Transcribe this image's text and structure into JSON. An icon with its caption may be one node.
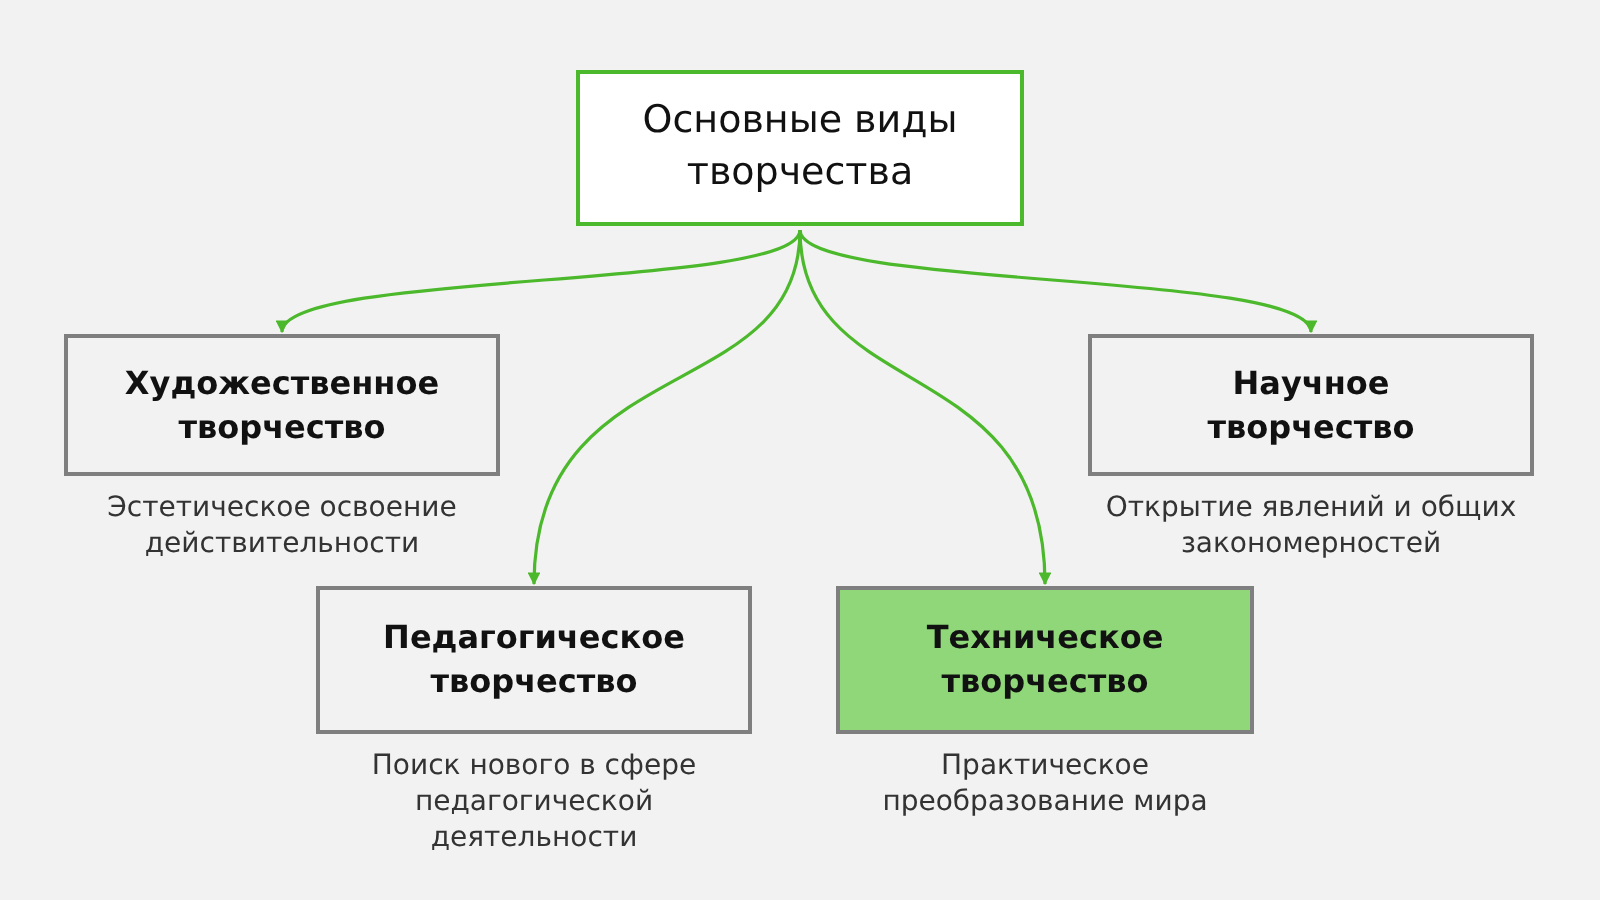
{
  "diagram": {
    "nodes": [
      {
        "text": [
          "Основные виды творчества"
        ]
      },
      {
        "text": [
          "Художественное творчество"
        ],
        "beside": [
          "Эстетическое освоение действительности"
        ]
      },
      {
        "text": [
          "Научное творчество"
        ],
        "beside": [
          "Открытие явлений и общих закономерностей"
        ]
      },
      {
        "text": [
          "Педагогическое творчество"
        ],
        "beside": [
          "Поиск нового в сфере педагогической деятельности"
        ]
      },
      {
        "text": [
          "Техническое творчество"
        ],
        "beside": [
          "Практическое преобразование мира"
        ]
      }
    ],
    "edges": [
      {
        "from": 0,
        "to": 1,
        "arrow": "to"
      },
      {
        "from": 0,
        "to": 3,
        "arrow": "to"
      },
      {
        "from": 0,
        "to": 4,
        "arrow": "to"
      },
      {
        "from": 0,
        "to": 2,
        "arrow": "to"
      }
    ]
  }
}
